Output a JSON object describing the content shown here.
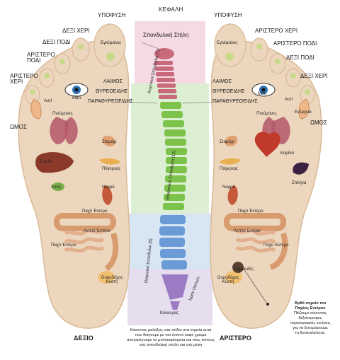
{
  "labels": {
    "head": "ΚΕΦΑΛΗ",
    "spinal_column": "Σπονδυλική Στήλη",
    "cervical": "Αυχενικοί Σπόνδυλοι (7)",
    "thoracic": "Θωρακικοί Σπόνδυλοι (12)",
    "lumbar": "Οσφυικοί Σπόνδυλοι (5)",
    "sacrum": "Ιερόν Οστούν",
    "coccyx": "Κόκκυγας",
    "right_foot": "ΔΕΞΙΟ",
    "left_foot": "ΑΡΙΣΤΕΡΟ",
    "footnote": [
      "Κάνοντας μαλάξεις στα πόδια στα σημεία αυτά",
      "που διάγουμε με πιο έντονο καφέ χρώμα",
      "απεγκρεγουμε τα μπλοκαρίσματα και τους πόνους",
      "στη σπονδυλική στήλη και στη μέση"
    ],
    "side_note": [
      "Θρθό σημείο του",
      "Παχέος Εντέρου",
      "Πιέζουμε κάνοντας",
      "δεξιόστροφες",
      "περιστροφικές κινήσεις",
      "για να ξεπεράσουμε",
      "τη δυσκοιλιότητα."
    ]
  },
  "right_foot_labels": {
    "pituitary": "ΥΠΟΦΥΣΗ",
    "right_hand": "ΔΕΞΙ ΧΕΡΙ",
    "right_leg": "ΔΕΞΙ ΠΟΔΙ",
    "left_leg": "ΑΡΙΣΤΕΡΟ ΠΟΔΙ",
    "left_hand": "ΑΡΙΣΤΕΡΟ ΧΕΡΙ",
    "shoulder": "ΩΜΟΣ",
    "brain": "Εγκέφαλος",
    "eye": "Μάτι",
    "ear": "Αυτί",
    "throat": "ΛΑΙΜΟΣ",
    "thyroid": "ΘΥΡΕΟΕΙΔΗΣ",
    "parathyroid": "ΠΑΡΑΘΥΡΕΟΕΙΔΗΣ",
    "lungs": "Πνεύμονες",
    "stomach": "Στομάχι",
    "liver": "Συκώτι",
    "pancreas": "Πάγκρεας",
    "gallbladder": "Χολή",
    "kidney": "Νεφρό",
    "small_intestine": "Λεπτό Έντερο",
    "large_intestine": "Παχύ Έντερο",
    "large_intestine_2": "Παχύ Έντερο",
    "bladder": "Ουροδόχος Κύστη"
  },
  "left_foot_labels": {
    "pituitary": "ΥΠΟΦΥΣΗ",
    "left_hand": "ΑΡΙΣΤΕΡΟ ΧΕΡΙ",
    "left_leg": "ΑΡΙΣΤΕΡΟ ΠΟΔΙ",
    "right_leg": "ΔΕΞΙ ΠΟΔΙ",
    "right_hand": "ΔΕΞΙ ΧΕΡΙ",
    "shoulder": "ΩΜΟΣ",
    "brain": "Εγκέφαλος",
    "eye": "Μάτι",
    "ear": "Αυτί",
    "energy": "Ενέργεια",
    "throat": "ΛΑΙΜΟΣ",
    "thyroid": "ΘΥΡΕΟΕΙΔΗΣ",
    "parathyroid": "ΠΑΡΑΘΥΡΕΟΕΙΔΗΣ",
    "lungs": "Πνεύμονες",
    "stomach": "Στομάχι",
    "heart": "Καρδιά",
    "pancreas": "Πάγκρεας",
    "spleen": "Σπλήνα",
    "kidney": "Νεφρό",
    "large_intestine": "Παχύ Έντερο",
    "small_intestine": "Λεπτό Έντερο",
    "large_intestine_2": "Παχύ Έντερο",
    "sigmoid": "Σιγμοειδές",
    "bladder": "Ουροδόχος Κύστη"
  },
  "colors": {
    "background": "#ffffff",
    "foot": "#ecd6bd",
    "foot_shadow": "#d9b995",
    "band_cervical": "#f5d9e4",
    "band_thoracic": "#dcefd2",
    "band_lumbar": "#d8e6f4",
    "band_sacral": "#e6ddef",
    "cervical": "#c96a7a",
    "thoracic": "#7dc24b",
    "lumbar": "#6b9bd6",
    "sacrum": "#9a7bc4"
  }
}
